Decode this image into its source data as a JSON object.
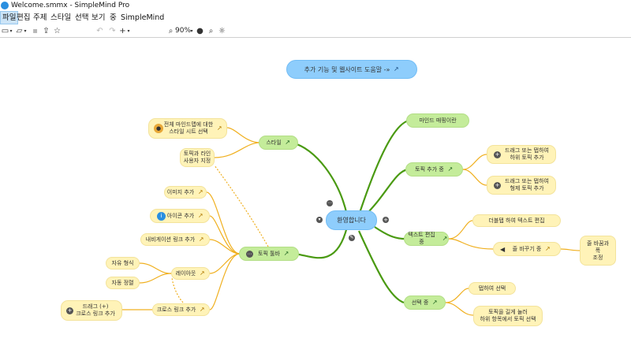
{
  "window": {
    "title": "Welcome.smmx - SimpleMind Pro"
  },
  "menu": [
    "파일",
    "편집",
    "주제",
    "스타일",
    "선택",
    "보기",
    "중",
    "SimpleMind"
  ],
  "toolbar": {
    "zoom": "90%"
  },
  "banner": {
    "label": "추가 기능 및 웹사이트 도움말 -»"
  },
  "central": {
    "label": "환영합니다"
  },
  "topics": {
    "style": "스타일",
    "style_sheet": "전체 마인드맵에 대한\n스타일 시트 선택",
    "topic_line": "토픽과 라인\n사용자 지정",
    "toolbar": "토픽 툴바",
    "add_image": "이미지 추가",
    "add_icon": "아이콘 추가",
    "nav_link": "내비게이션 링크 추가",
    "layout": "레이아웃",
    "free_form": "자유 형식",
    "auto_align": "자동 정렬",
    "cross_link": "크로스 링크 추가",
    "drag_plus": "드래그 (+)\n크로스 링크 추가",
    "mindmapping": "마인드 매핑이란",
    "add_topic": "토픽 추가 중",
    "drag_child": "드래그 또는 탭하여\n하위 토픽 추가",
    "drag_sibling": "드래그 또는 탭하여\n형제 토픽 추가",
    "text_edit": "텍스트 편집 중",
    "double_tap": "더블탭 하여 텍스트 편집",
    "line_break": "줄 바꾸기 중",
    "line_spacing": "줄 바꿈과\n폭\n조정",
    "select": "선택 중",
    "tap_select": "탭하여 선택",
    "long_press": "토픽을 길게 눌러\n하위 항목에서 토픽 선택"
  },
  "colors": {
    "menu_active": "#cce4f7",
    "yellow_node": "#fff3b8",
    "green_node": "#c4ec9a",
    "blue_node": "#8ecdfc",
    "branch_green": "#4a9a12",
    "branch_yellow": "#f0c030"
  }
}
